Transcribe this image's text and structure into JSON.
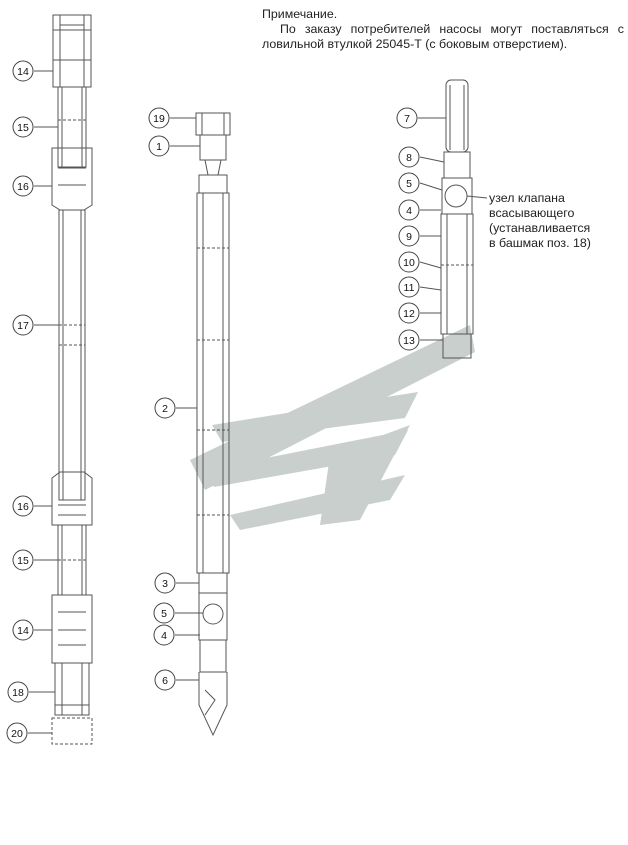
{
  "note": {
    "title": "Примечание.",
    "body": "По заказу потребителей насосы могут поставляться с ловильной втулкой 25045-Т (с боковым отверстием)."
  },
  "callout_lines": [
    "узел клапана",
    "всасывающего",
    "(устанавливается",
    "в башмак поз. 18)"
  ],
  "column_left_labels": [
    "14",
    "15",
    "16",
    "17",
    "16",
    "15",
    "14",
    "18",
    "20"
  ],
  "column_middle_labels": [
    "19",
    "1",
    "2",
    "3",
    "5",
    "4",
    "6"
  ],
  "column_right_labels": [
    "7",
    "8",
    "5",
    "4",
    "9",
    "10",
    "11",
    "12",
    "13"
  ],
  "colors": {
    "line": "#555555",
    "watermark": "#c7cdcb",
    "circle": "#444444"
  }
}
